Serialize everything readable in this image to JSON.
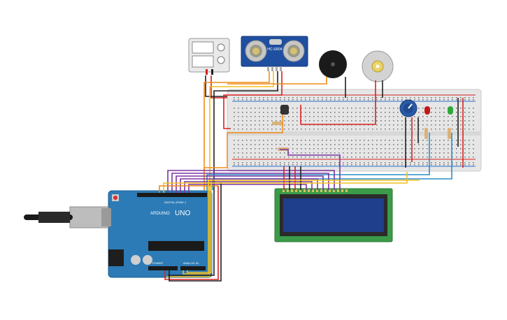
{
  "sensor": {
    "label": "HC-SR04"
  },
  "arduino": {
    "brand": "ARDUINO",
    "model": "UNO",
    "digital_label": "DIGITAL (PWM~)",
    "power_label": "POWER",
    "analog_label": "ANALOG IN"
  },
  "colors": {
    "board": "#2c7bb6",
    "lcd_pcb": "#3a9b48",
    "lcd_screen": "#1f3e8c",
    "breadboard": "#e6e6e6",
    "wire_red": "#d92020",
    "wire_black": "#202020",
    "wire_orange": "#f08c18",
    "wire_yellow": "#f2c01e",
    "wire_purple": "#7b35a0",
    "wire_blue": "#2a8fc7",
    "led_red": "#c21818",
    "led_green": "#2fa83a"
  }
}
